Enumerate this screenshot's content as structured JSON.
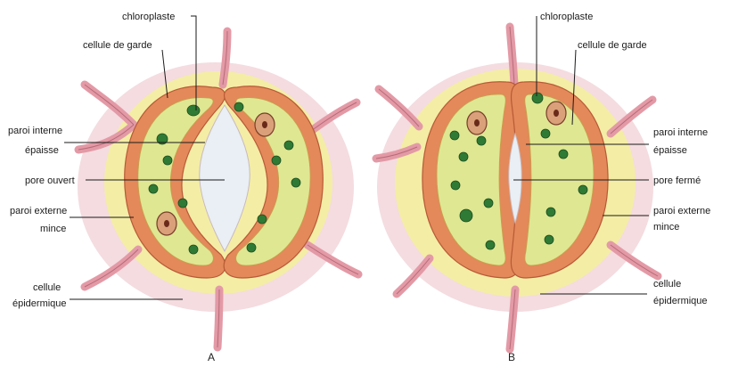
{
  "panel_a": {
    "caption": "A",
    "labels": {
      "chloroplast": "chloroplaste",
      "guard_cell": "cellule de garde",
      "inner_wall_1": "paroi interne",
      "inner_wall_2": "épaisse",
      "pore": "pore ouvert",
      "outer_wall_1": "paroi externe",
      "outer_wall_2": "mince",
      "epidermal_1": "cellule",
      "epidermal_2": "épidermique"
    }
  },
  "panel_b": {
    "caption": "B",
    "labels": {
      "chloroplast": "chloroplaste",
      "guard_cell": "cellule de garde",
      "inner_wall_1": "paroi interne",
      "inner_wall_2": "épaisse",
      "pore": "pore fermé",
      "outer_wall_1": "paroi externe",
      "outer_wall_2": "mince",
      "epidermal_1": "cellule",
      "epidermal_2": "épidermique"
    }
  },
  "colors": {
    "epidermis": "#f3d7dc",
    "halo": "#f6f0a8",
    "cell_wall": "#e5905c",
    "cytoplasm": "#dfe793",
    "chloroplast": "#2f7a34",
    "nucleus": "#d9a07a",
    "pore": "#e9eff4",
    "vein": "#e7a3ae"
  }
}
